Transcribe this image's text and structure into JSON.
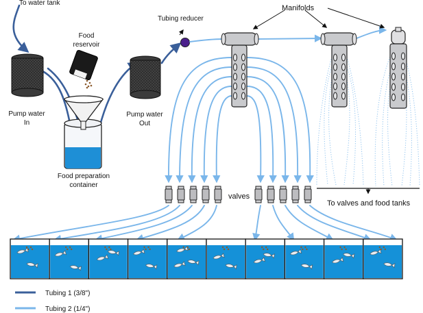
{
  "labels": {
    "to_water_tank": "To water tank",
    "food_reservoir_1": "Food",
    "food_reservoir_2": "reservoir",
    "tubing_reducer": "Tubing reducer",
    "manifolds": "Manifolds",
    "pump_in_1": "Pump water",
    "pump_in_2": "In",
    "pump_out_1": "Pump water",
    "pump_out_2": "Out",
    "prep_1": "Food preparation",
    "prep_2": "container",
    "valves": "valves",
    "to_valves_tanks": "To valves and food tanks"
  },
  "legend": {
    "tubing1": "Tubing 1 (3/8\")",
    "tubing2": "Tubing 2 (1/4\")"
  },
  "colors": {
    "tubing1": "#3a5f9a",
    "tubing2": "#7ab6ea",
    "water": "#1591d8",
    "manifold": "#c9cacd",
    "reducer": "#4b1f8c"
  },
  "counts": {
    "tanks": 10,
    "valves_left": 5,
    "valves_right": 5
  }
}
